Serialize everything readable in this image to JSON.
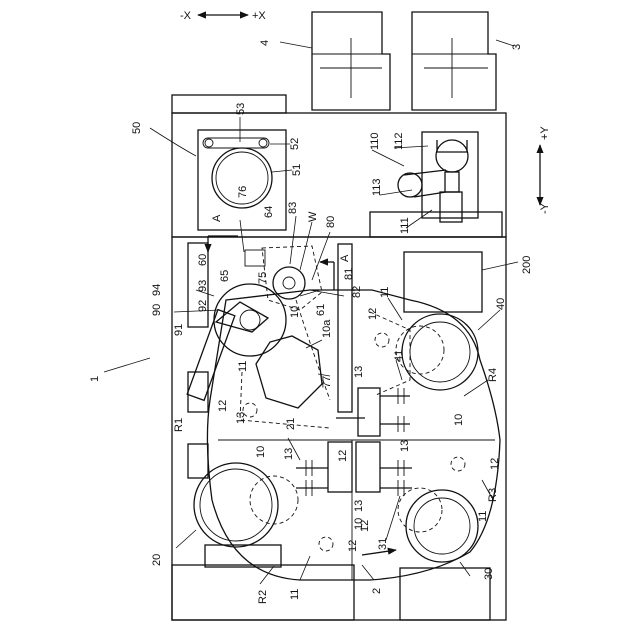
{
  "axes": {
    "x_minus": "-X",
    "x_plus": "+X",
    "y_plus": "+Y",
    "y_minus": "-Y"
  },
  "section_marks": [
    "A",
    "A"
  ],
  "labels": {
    "l1": "1",
    "l2": "2",
    "l3": "3",
    "l4": "4",
    "l10": "10",
    "l10a": "10a",
    "l11": "11",
    "l12": "12",
    "l13": "13",
    "l20": "20",
    "l21": "21",
    "l30": "30",
    "l31": "31",
    "l40": "40",
    "l41": "41",
    "l50": "50",
    "l51": "51",
    "l52": "52",
    "l53": "53",
    "l60": "60",
    "l61": "61",
    "l64": "64",
    "l65": "65",
    "l75": "75",
    "l76": "76",
    "l77": "77",
    "l80": "80",
    "l81": "81",
    "l82": "82",
    "l83": "83",
    "l90": "90",
    "l91": "91",
    "l92": "92",
    "l93": "93",
    "l94": "94",
    "l110": "110",
    "l111": "111",
    "l112": "112",
    "l113": "113",
    "l200": "200",
    "lW": "W",
    "lR1": "R1",
    "lR2": "R2",
    "lR3": "R3",
    "lR4": "R4"
  }
}
